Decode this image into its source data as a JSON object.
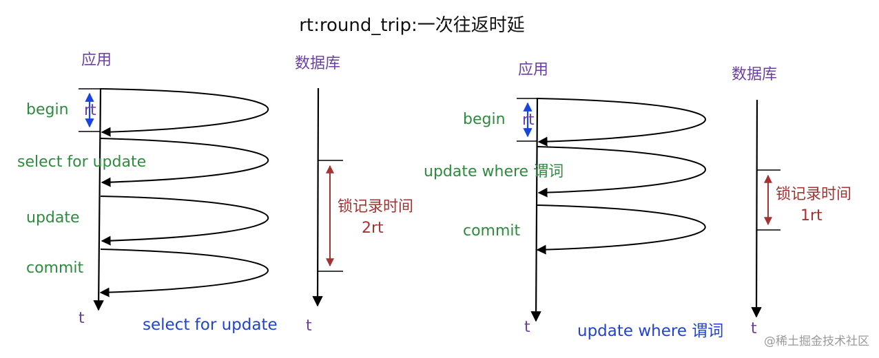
{
  "title": "rt:round_trip:一次往返时延",
  "left": {
    "app_label": "应用",
    "db_label": "数据库",
    "ops": [
      "begin",
      "select for update",
      "update",
      "commit"
    ],
    "rt_label": "rt",
    "lock_label_line1": "锁记录时间",
    "lock_label_line2": "2rt",
    "t_app": "t",
    "t_db": "t",
    "caption": "select for update"
  },
  "right": {
    "app_label": "应用",
    "db_label": "数据库",
    "ops": [
      "begin",
      "update where 谓词",
      "commit"
    ],
    "rt_label": "rt",
    "lock_label_line1": "锁记录时间",
    "lock_label_line2": "1rt",
    "t_app": "t",
    "t_db": "t",
    "caption": "update where 谓词"
  },
  "watermark": "@稀土掘金技术社区",
  "colors": {
    "actor": "#6b3fa0",
    "operation": "#2e8b3e",
    "rt_arrow": "#1a44e0",
    "lock": "#a33232",
    "caption": "#2244cc"
  }
}
